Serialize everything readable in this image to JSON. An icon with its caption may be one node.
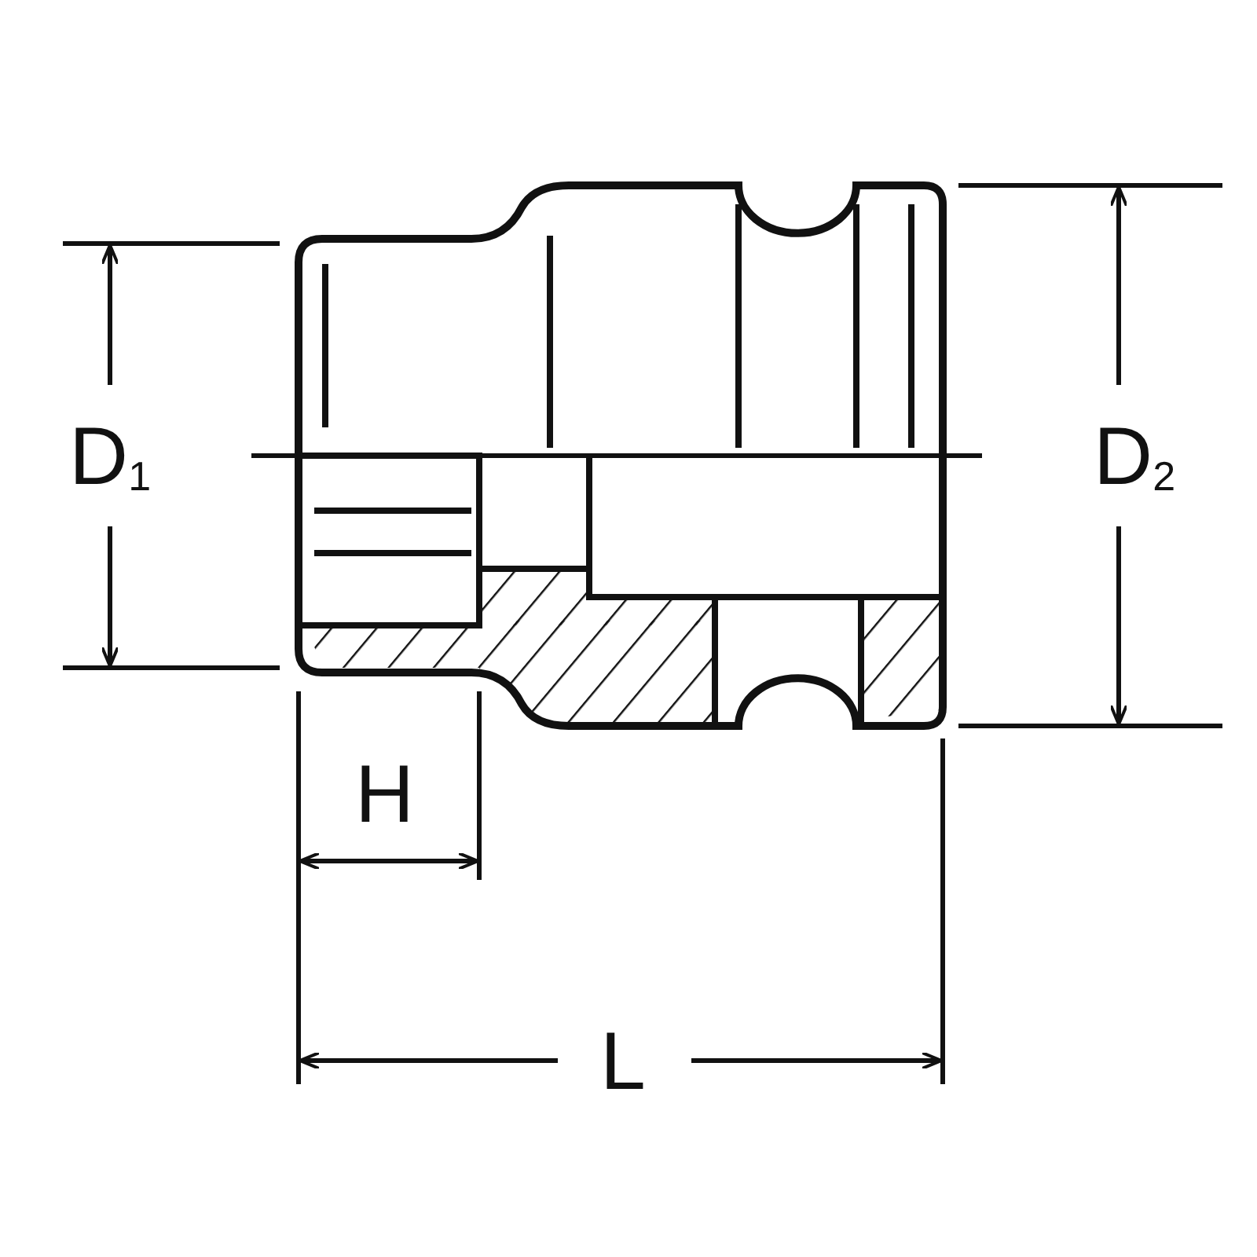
{
  "diagram": {
    "labels": [
      "D$_{1}$",
      "D$_{2}$",
      "H",
      "L"
    ]
  }
}
